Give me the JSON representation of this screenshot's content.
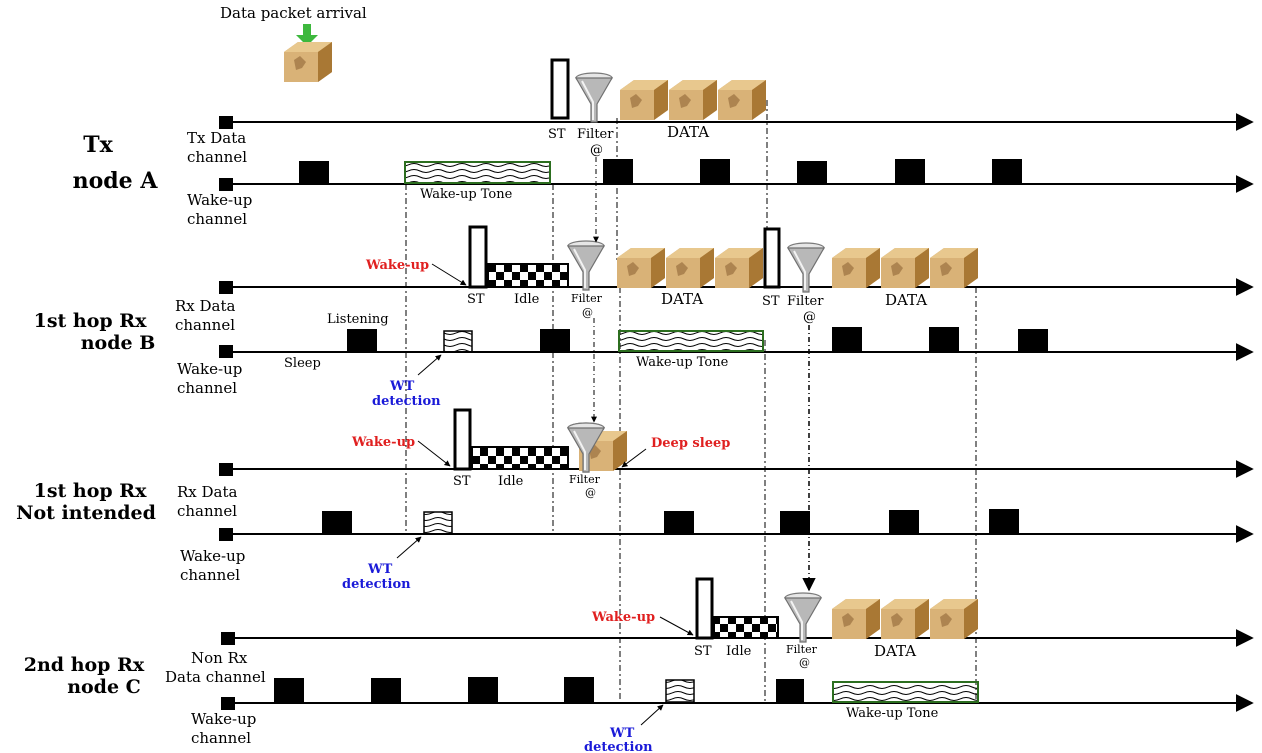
{
  "header": {
    "arrival_label": "Data packet arrival"
  },
  "nodes": [
    {
      "title_line1": "Tx",
      "title_line2": "node A",
      "data_label_1": "Tx Data",
      "data_label_2": "channel",
      "wake_label_1": "Wake-up",
      "wake_label_2": "channel"
    },
    {
      "title_line1": "1st hop Rx",
      "title_line2": "node B",
      "data_label_1": "Rx Data",
      "data_label_2": "channel",
      "wake_label_1": "Wake-up",
      "wake_label_2": "channel"
    },
    {
      "title_line1": "1st hop Rx",
      "title_line2": "Not intended",
      "data_label_1": "Rx Data",
      "data_label_2": "channel",
      "wake_label_1": "Wake-up",
      "wake_label_2": "channel"
    },
    {
      "title_line1": "2nd hop Rx",
      "title_line2": "node C",
      "data_label_1": "Non Rx",
      "data_label_2": "Data channel",
      "wake_label_1": "Wake-up",
      "wake_label_2": "channel"
    }
  ],
  "labels": {
    "st": "ST",
    "filter": "Filter",
    "at": "@",
    "data": "DATA",
    "idle": "Idle",
    "wake_up_tone": "Wake-up Tone",
    "wake_up": "Wake-up",
    "deep_sleep": "Deep sleep",
    "listening": "Listening",
    "sleep": "Sleep",
    "wt_line1": "WT",
    "wt_line2": "detection"
  },
  "colors": {
    "wake_up_text": "#e02020",
    "wt_text": "#1a1ad8",
    "box": "#d9b277",
    "tone_border": "#2c6e1f"
  }
}
